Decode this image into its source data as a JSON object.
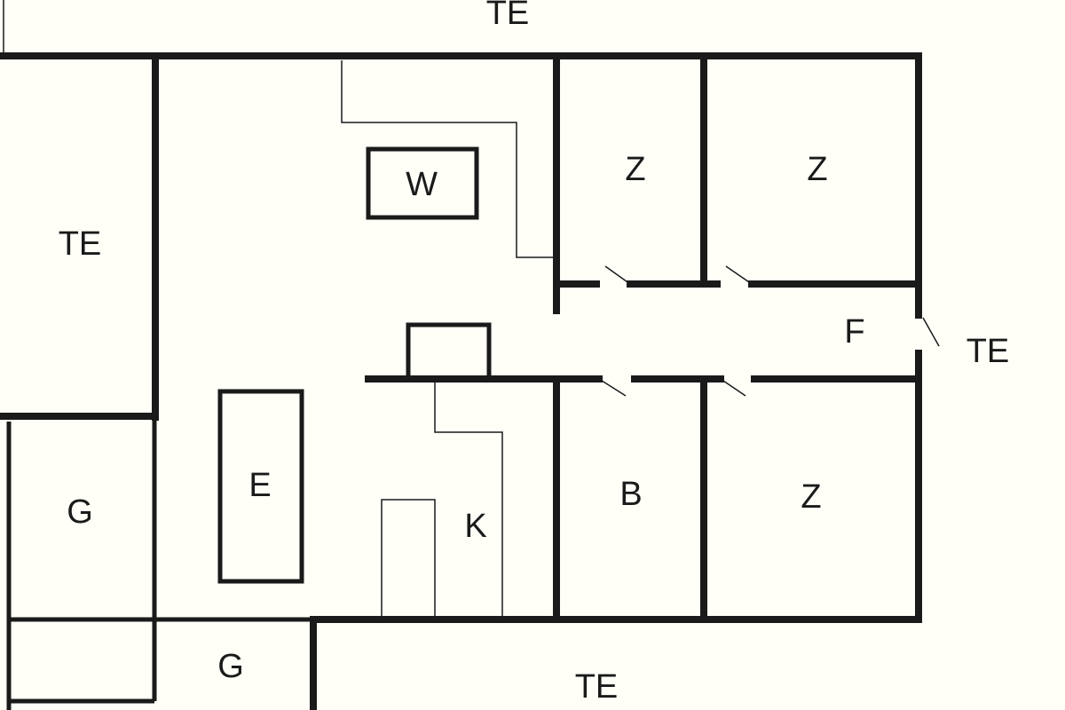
{
  "labels": {
    "terrace_top": "TE",
    "terrace_left": "TE",
    "terrace_right": "TE",
    "terrace_bottom": "TE",
    "stove": "W",
    "bedroom_1": "Z",
    "bedroom_2": "Z",
    "bedroom_3": "Z",
    "hallway": "F",
    "dining": "E",
    "bathroom": "B",
    "kitchen": "K",
    "garden_1": "G",
    "garden_2": "G"
  },
  "colors": {
    "background": "#fffff8",
    "line": "#1a1a1a"
  }
}
